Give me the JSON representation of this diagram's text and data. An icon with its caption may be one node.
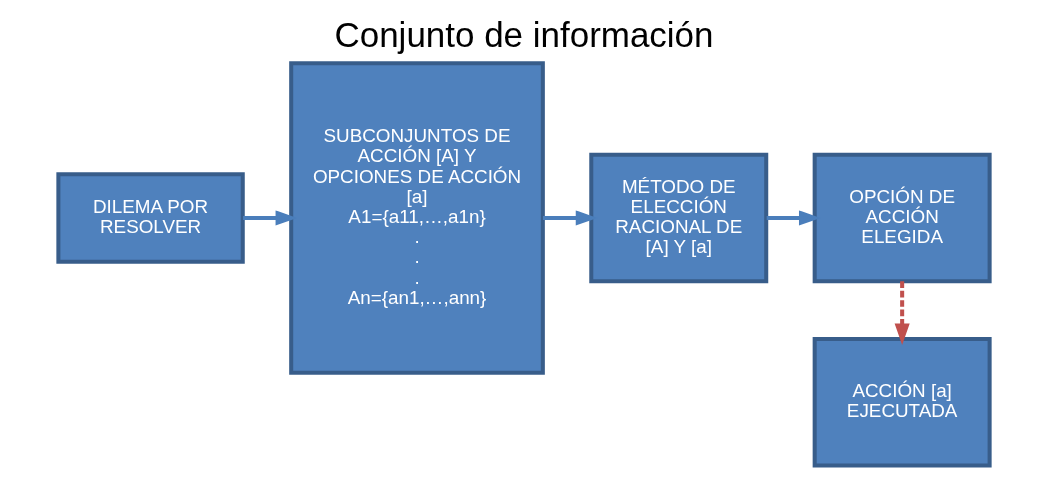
{
  "diagram": {
    "title": "Conjunto de información",
    "nodes": [
      {
        "text": [
          "DILEMA POR RESOLVER"
        ]
      },
      {
        "text": [
          "SUBCONJUNTOS DE ACCIÓN [A] Y OPCIONES DE ACCIÓN [a]",
          "A1={a11,…,a1n}",
          ".",
          ".",
          ".",
          "An={an1,…,ann}"
        ]
      },
      {
        "text": [
          "MÉTODO DE ELECCIÓN RACIONAL DE [A] Y [a]"
        ]
      },
      {
        "text": [
          "OPCIÓN DE ACCIÓN ELEGIDA"
        ]
      },
      {
        "text": [
          "ACCIÓN [a] EJECUTADA"
        ]
      }
    ],
    "edges": [
      {
        "from": 0,
        "to": 1,
        "arrow": "to"
      },
      {
        "from": 1,
        "to": 2,
        "arrow": "to"
      },
      {
        "from": 2,
        "to": 3,
        "arrow": "to"
      },
      {
        "from": 3,
        "to": 4,
        "arrow": "to",
        "style": "dashed",
        "color": "#c0504d"
      }
    ]
  }
}
